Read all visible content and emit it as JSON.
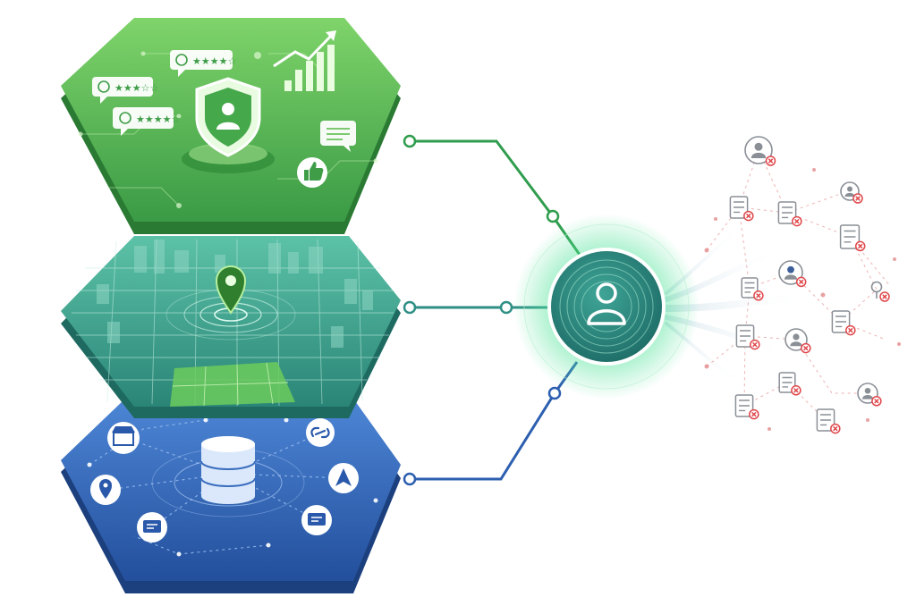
{
  "palette": {
    "green_top": "#6cc25c",
    "green_mid": "#3f9d48",
    "green_dark": "#2c7f3a",
    "teal_top": "#4fb39a",
    "teal_mid": "#2f8f80",
    "teal_dark": "#1f6f66",
    "blue_top": "#3c73c8",
    "blue_mid": "#2a59ab",
    "blue_dark": "#1d4486",
    "accent_green": "#41c76b",
    "connector_green": "#2f9d4d",
    "connector_teal": "#2f8f85",
    "connector_blue": "#2d5fb0",
    "hub_glow": "#52e39a",
    "profile_gray": "#8a8f96",
    "error_red": "#e0464a"
  },
  "layers": [
    {
      "name": "reviews-layer",
      "icons": [
        "review-bubble-icon",
        "shield-user-icon",
        "growth-chart-icon",
        "thumbs-up-icon",
        "message-icon"
      ]
    },
    {
      "name": "location-layer",
      "icons": [
        "location-pin-icon",
        "city-map-icon"
      ]
    },
    {
      "name": "data-layer",
      "icons": [
        "database-icon",
        "store-icon",
        "link-icon",
        "navigation-icon",
        "map-pin-icon",
        "chat-icon"
      ]
    }
  ],
  "hub": {
    "icon": "user-profile-icon"
  },
  "fragments": {
    "icons": [
      "document-icon",
      "user-icon",
      "key-icon",
      "error-x-icon"
    ]
  }
}
